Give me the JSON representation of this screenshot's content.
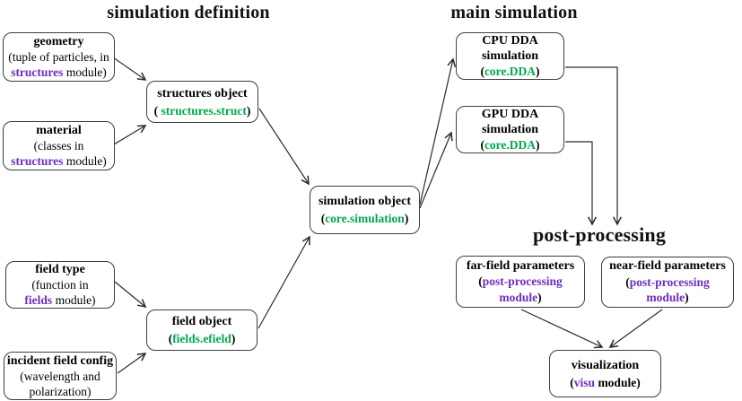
{
  "headings": {
    "simulation_definition": "simulation definition",
    "main_simulation": "main simulation",
    "post_processing": "post-processing"
  },
  "colors": {
    "module_purple": "#6F2DC0",
    "code_green": "#00A94F",
    "text": "#000000",
    "box_border": "#3d3d3d"
  },
  "boxes": {
    "geometry": {
      "title": "geometry",
      "line2": "(tuple of particles, in",
      "module": "structures",
      "after_module": " module)"
    },
    "material": {
      "title": "material",
      "line2": "(classes in",
      "module": "structures",
      "after_module": " module)"
    },
    "structures_object": {
      "title": "structures object",
      "paren_open": "( ",
      "code": "structures.struct",
      "paren_close": ")"
    },
    "field_type": {
      "title": "field type",
      "line2": "(function in",
      "module": "fields",
      "after_module": " module)"
    },
    "incident_field_config": {
      "title": "incident field config",
      "line2": "(wavelength and",
      "line3": "polarization)"
    },
    "field_object": {
      "title": "field object",
      "paren_open": "(",
      "code": "fields.efield",
      "paren_close": ")"
    },
    "simulation_object": {
      "title": "simulation object",
      "paren_open": "(",
      "code": "core.simulation",
      "paren_close": ")"
    },
    "cpu_dda": {
      "title_line1": "CPU DDA",
      "title_line2": "simulation",
      "paren_open": "(",
      "code": "core.DDA",
      "paren_close": ")"
    },
    "gpu_dda": {
      "title_line1": "GPU DDA",
      "title_line2": "simulation",
      "paren_open": "(",
      "code": "core.DDA",
      "paren_close": ")"
    },
    "far_field": {
      "title": "far-field parameters",
      "paren_open": "(",
      "module_line1": "post-processing",
      "module_line2": "module",
      "paren_close": ")"
    },
    "near_field": {
      "title": "near-field parameters",
      "paren_open": "(",
      "module_line1": "post-processing",
      "module_line2": "module",
      "paren_close": ")"
    },
    "visualization": {
      "title": "visualization",
      "paren_open": "(",
      "module": "visu",
      "after_module": " module)"
    }
  }
}
